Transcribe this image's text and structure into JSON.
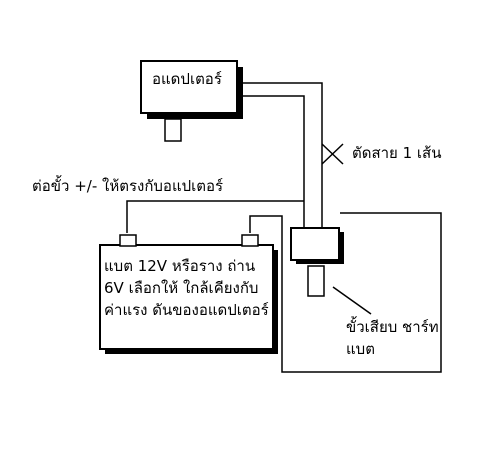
{
  "labels": {
    "adapter": "อแดปเตอร์",
    "cut_wire": "ตัดสาย 1 เส้น",
    "polarity": "ต่อขั้ว +/- ให้ตรงกับอแปเตอร์",
    "battery": "แบต 12V หรือราง ถ่าน 6V เลือกให้ ใกล้เคียงกับค่าแรง ดันของอแดปเตอร์",
    "charge_plug": "ขั้วเสียบ ชาร์ทแบต"
  },
  "colors": {
    "line": "#000000",
    "background": "#ffffff"
  }
}
